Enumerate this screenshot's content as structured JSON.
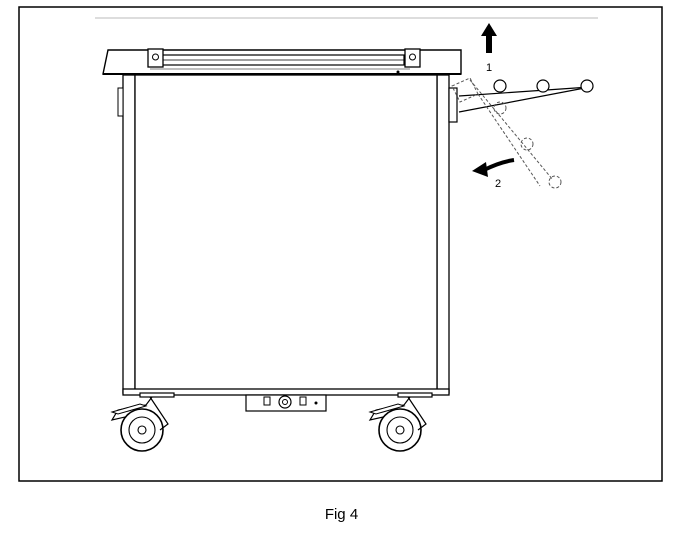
{
  "figure": {
    "caption": "Fig 4",
    "step_labels": [
      "1",
      "2"
    ]
  },
  "colors": {
    "line": "#000000",
    "fill": "#ffffff",
    "dashed": "#555555"
  }
}
